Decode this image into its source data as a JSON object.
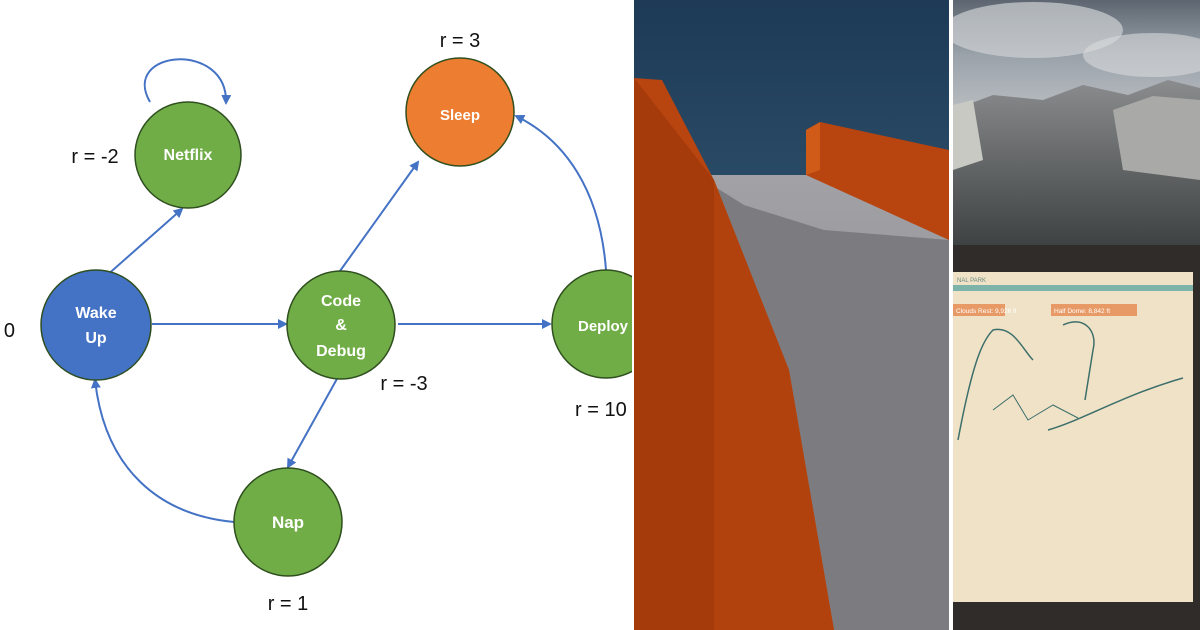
{
  "colors": {
    "edge": "#4472c4",
    "node_green": "#70ad47",
    "node_blue": "#4472c4",
    "node_orange": "#ed7d31",
    "node_border": "#2f4f1f",
    "corridor_wall": "#c04a10",
    "corridor_floor": "#8f8f94",
    "sea": "#1d3a56",
    "sign_panel": "#efe2c6",
    "sign_stripe": "#7db3a8",
    "sign_tag": "#e89a66"
  },
  "diagram": {
    "nodes": {
      "netflix": "Netflix",
      "wakeup_line1": "Wake",
      "wakeup_line2": "Up",
      "code_line1": "Code",
      "code_line2": "&",
      "code_line3": "Debug",
      "sleep": "Sleep",
      "deploy": "Deploy",
      "nap": "Nap"
    },
    "rewards": {
      "netflix": "r = -2",
      "sleep": "r = 3",
      "wakeup": "0",
      "code": "r = -3",
      "deploy": "r = 10",
      "nap": "r = 1"
    }
  },
  "photo_sign": {
    "header": "NAL PARK",
    "label_left": "Clouds Rest: 9,926 ft",
    "label_right": "Half Dome: 8,842 ft"
  }
}
